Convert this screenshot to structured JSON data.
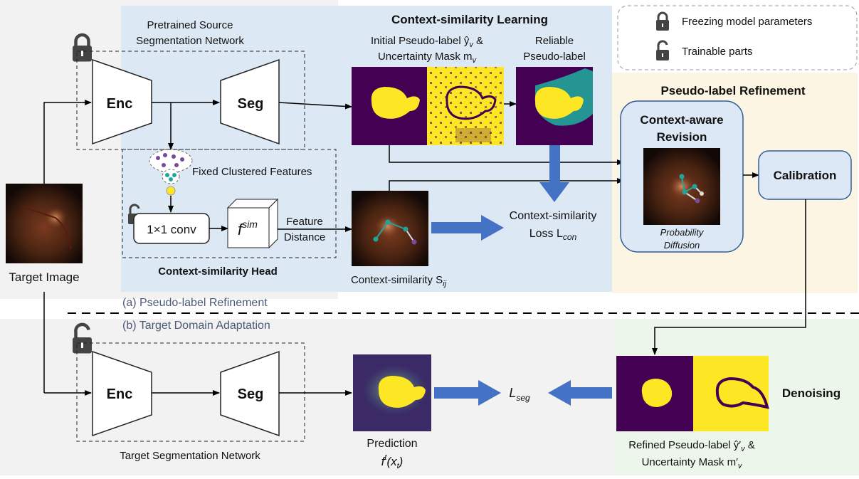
{
  "legend": {
    "freeze": "Freezing model parameters",
    "trainable": "Trainable parts"
  },
  "top": {
    "pretrained_line1": "Pretrained Source",
    "pretrained_line2": "Segmentation Network",
    "enc": "Enc",
    "seg": "Seg",
    "csl_title": "Context-similarity Learning",
    "initial_line1": "Initial Pseudo-label ŷ",
    "initial_sub_v": "v",
    "initial_amp": " &",
    "initial_line2": "Uncertainty Mask m",
    "initial_sub_v2": "v",
    "reliable_line1": "Reliable",
    "reliable_line2": "Pseudo-label",
    "fixed_clustered": "Fixed Clustered Features",
    "conv": "1×1 conv",
    "fsim_f": "f",
    "fsim_sup": "sim",
    "feature": "Feature",
    "distance": "Distance",
    "csh_title": "Context-similarity Head",
    "cs_label": "Context-similarity S",
    "cs_sub": "ij",
    "loss_line1": "Context-similarity",
    "loss_line2": "Loss L",
    "loss_sub": "con",
    "plr_title": "Pseudo-label Refinement",
    "car_line1": "Context-aware",
    "car_line2": "Revision",
    "prob_line1": "Probability",
    "prob_line2": "Diffusion",
    "calibration": "Calibration",
    "target_image": "Target Image"
  },
  "sections": {
    "a": "(a) Pseudo-label Refinement",
    "b": "(b) Target Domain Adaptation"
  },
  "bottom": {
    "enc": "Enc",
    "seg": "Seg",
    "target_net": "Target Segmentation Network",
    "prediction": "Prediction",
    "pred_f": "f",
    "pred_sup": "t",
    "pred_x": "(x",
    "pred_xsub": "t",
    "pred_close": ")",
    "lseg": "L",
    "lseg_sub": "seg",
    "denoising": "Denoising",
    "refined_line1": "Refined Pseudo-label ŷ′",
    "refined_sub1": "v",
    "refined_amp": " &",
    "refined_line2": "Uncertainty Mask m′",
    "refined_sub2": "v"
  },
  "colors": {
    "csl_bg": "#dde8f5",
    "plr_bg": "#fdf5e4",
    "denoise_bg": "#ecf6ea",
    "node_fill": "#dde8f6",
    "node_stroke": "#2f5d98",
    "arrow_blue": "#4472c4",
    "mask_purple": "#440154",
    "mask_yellow": "#fde725",
    "teal": "#21a59a"
  }
}
